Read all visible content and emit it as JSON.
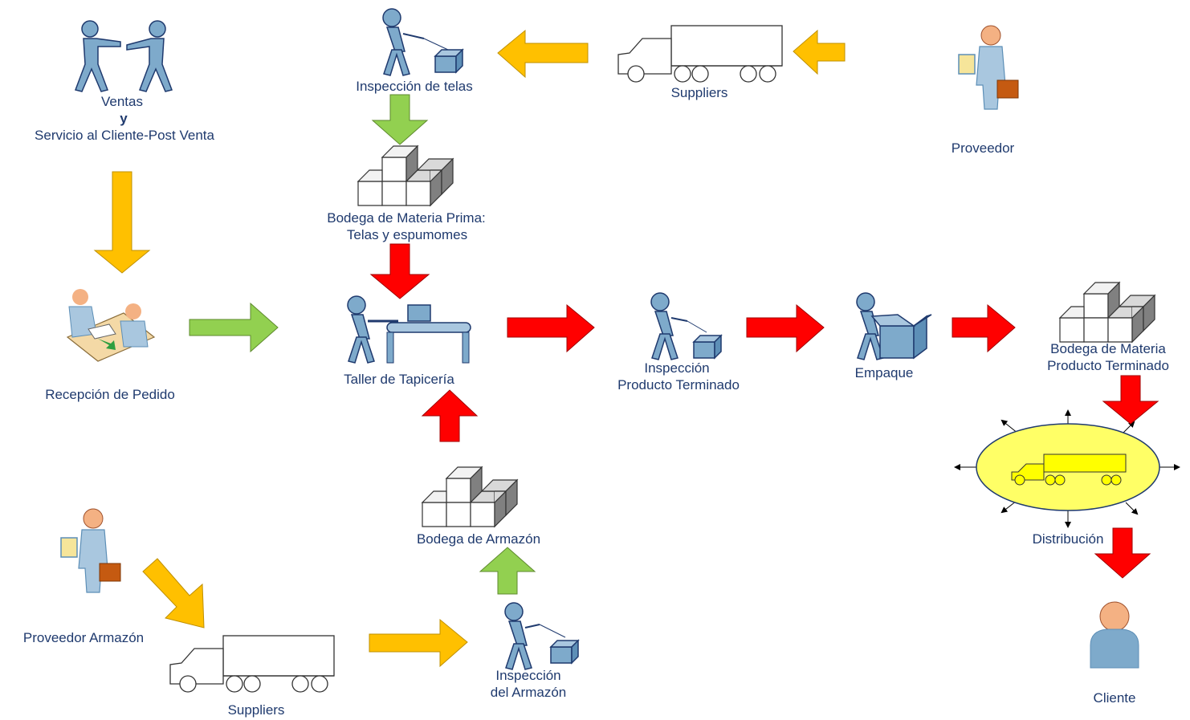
{
  "colors": {
    "label": "#1f3a6e",
    "arrow_yellow": "#ffc000",
    "arrow_green": "#92d050",
    "arrow_red": "#ff0000",
    "figure_blue": "#7eaacb",
    "distribution_fill": "#ffff66"
  },
  "labels": {
    "ventas": "Ventas",
    "y": "y",
    "servicio": "Servicio al Cliente-Post Venta",
    "recepcion": "Recepción de Pedido",
    "inspeccion_telas": "Inspección de telas",
    "bodega_mp_1": "Bodega de Materia Prima:",
    "bodega_mp_2": "Telas y espumomes",
    "taller": "Taller de Tapicería",
    "bodega_armazon": "Bodega de Armazón",
    "inspeccion_armazon_1": "Inspección",
    "inspeccion_armazon_2": "del Armazón",
    "suppliers_top": "Suppliers",
    "proveedor": "Proveedor",
    "inspeccion_pt_1": "Inspección",
    "inspeccion_pt_2": "Producto Terminado",
    "empaque": "Empaque",
    "bodega_pt_1": "Bodega de Materia",
    "bodega_pt_2": "Producto Terminado",
    "distribucion": "Distribución",
    "cliente": "Cliente",
    "proveedor_armazon": "Proveedor Armazón",
    "suppliers_bottom": "Suppliers"
  },
  "icons": [
    "handshake-people-icon",
    "inspector-icon",
    "truck-icon",
    "supplier-person-icon",
    "warehouse-boxes-icon",
    "order-reception-icon",
    "workshop-conveyor-icon",
    "packing-icon",
    "distribution-truck-icon",
    "customer-icon"
  ]
}
